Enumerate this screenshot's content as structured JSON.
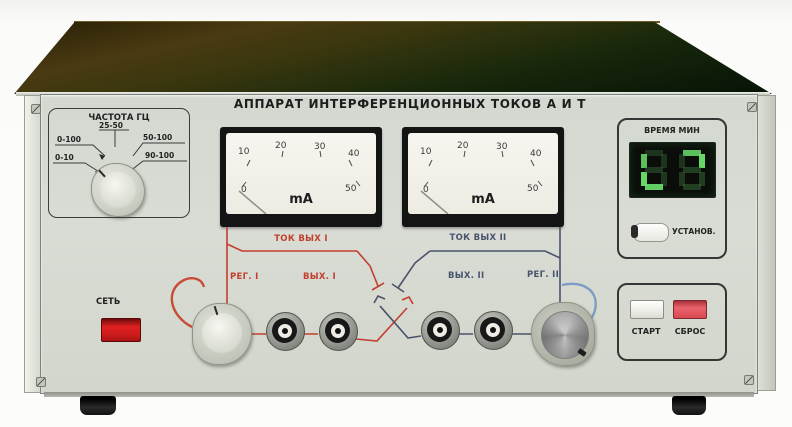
{
  "device": {
    "title": "АППАРАТ ИНТЕРФЕРЕНЦИОННЫХ ТОКОВ А И Т"
  },
  "frequency_panel": {
    "title": "ЧАСТОТА ГЦ",
    "options": [
      "0-100",
      "25-50",
      "50-100",
      "0-10",
      "90-100"
    ]
  },
  "meters": {
    "unit": "mA",
    "scale": [
      "0",
      "10",
      "20",
      "30",
      "40",
      "50"
    ],
    "needle_position": "0"
  },
  "circuits": {
    "one": {
      "current_label": "ТОК ВЫХ I",
      "reg_label": "РЕГ. I",
      "out_label": "ВЫХ. I",
      "color": "#c23f2e"
    },
    "two": {
      "current_label": "ТОК ВЫХ II",
      "reg_label": "РЕГ. II",
      "out_label": "ВЫХ. II",
      "color": "#49536b"
    }
  },
  "power": {
    "label": "СЕТЬ",
    "button_color": "#d42020"
  },
  "timer_panel": {
    "title": "ВРЕМЯ МИН",
    "display_value": "88",
    "digit_color": "#6be26b",
    "set_label": "УСТАНОВ."
  },
  "control_panel": {
    "start_label": "СТАРТ",
    "reset_label": "СБРОС",
    "reset_color": "#d84850"
  }
}
